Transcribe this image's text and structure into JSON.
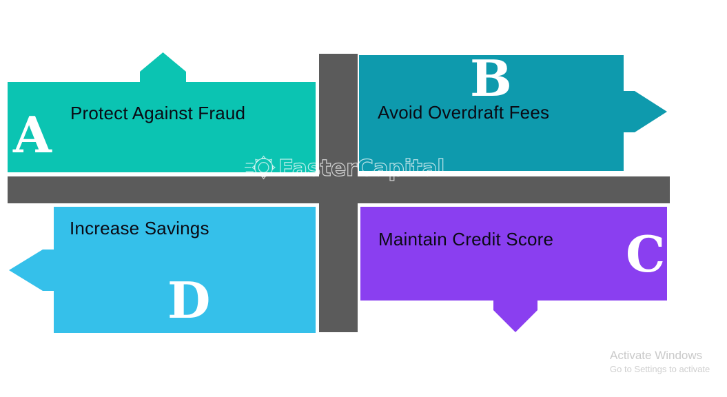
{
  "diagram": {
    "type": "four-quadrant-arrow-cross",
    "background_color": "#ffffff",
    "cross_color": "#5b5b5b",
    "quadrants": [
      {
        "key": "A",
        "letter": "A",
        "label": "Protect Against Fraud",
        "color": "#0bc4b2",
        "arrow_direction": "up",
        "position": "top-left"
      },
      {
        "key": "B",
        "letter": "B",
        "label": "Avoid Overdraft Fees",
        "color": "#0e9aad",
        "arrow_direction": "right",
        "position": "top-right"
      },
      {
        "key": "C",
        "letter": "C",
        "label": "Maintain Credit Score",
        "color": "#8a3ff0",
        "arrow_direction": "down",
        "position": "bottom-right"
      },
      {
        "key": "D",
        "letter": "D",
        "label": "Increase Savings",
        "color": "#35c0ea",
        "arrow_direction": "left",
        "position": "bottom-left"
      }
    ]
  },
  "watermark": {
    "text": "FasterCapital",
    "icon": "gear-icon"
  },
  "activation_notice": {
    "title": "Activate Windows",
    "subtitle": "Go to Settings to activate"
  }
}
